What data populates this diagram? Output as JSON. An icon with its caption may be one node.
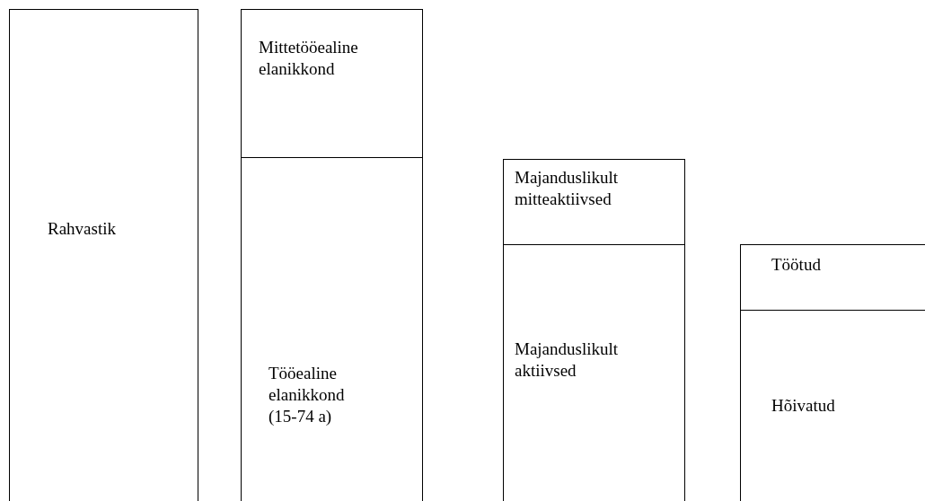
{
  "diagram": {
    "nodes": [
      {
        "text": [
          "Rahvastik"
        ]
      },
      {
        "text": [
          "Mittetööealine elanikkond"
        ]
      },
      {
        "text": [
          "Tööealine elanikkond (15-74 a)"
        ]
      },
      {
        "text": [
          "Majanduslikult mitteaktiivsed"
        ]
      },
      {
        "text": [
          "Majanduslikult aktiivsed"
        ]
      },
      {
        "text": [
          "Töötud"
        ]
      },
      {
        "text": [
          "Hõivatud"
        ]
      }
    ]
  }
}
